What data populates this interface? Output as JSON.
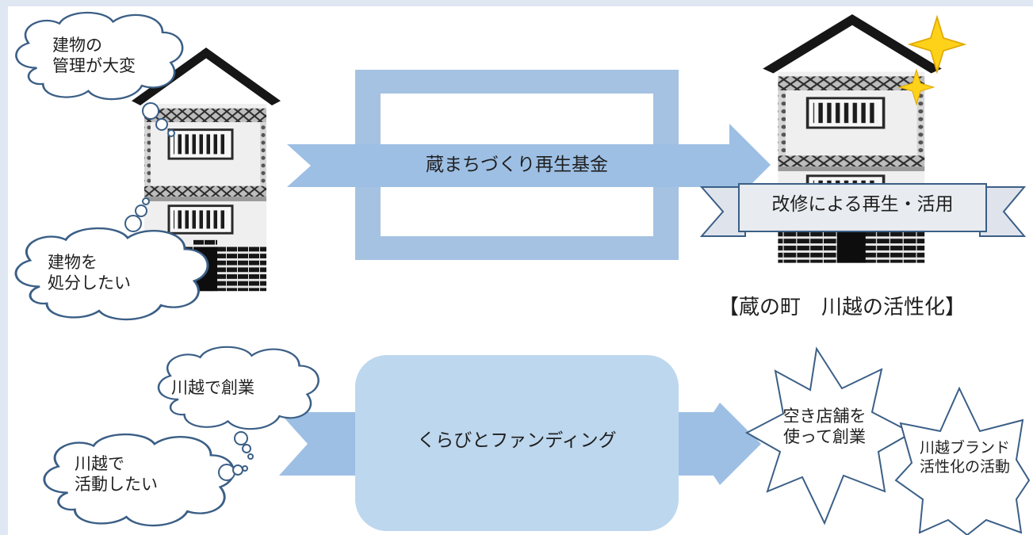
{
  "cloud_manage": "建物の\n管理が大変",
  "cloud_dispose": "建物を\n処分したい",
  "cloud_startup": "川越で創業",
  "cloud_activity": "川越で\n活動したい",
  "fund_label": "蔵まちづくり再生基金",
  "banner_label": "改修による再生・活用",
  "town_caption": "【蔵の町　川越の活性化】",
  "crowdfunding_label": "くらびとファンディング",
  "star_shop": "空き店舗を\n使って創業",
  "star_brand": "川越ブランド\n活性化の活動",
  "colors": {
    "fund_frame": "#a5c2e2",
    "arrow": "#9dbfe4",
    "crowd_box": "#bdd7ee",
    "sparkle": "#ffd21a",
    "star_stroke": "#3b5f86"
  }
}
